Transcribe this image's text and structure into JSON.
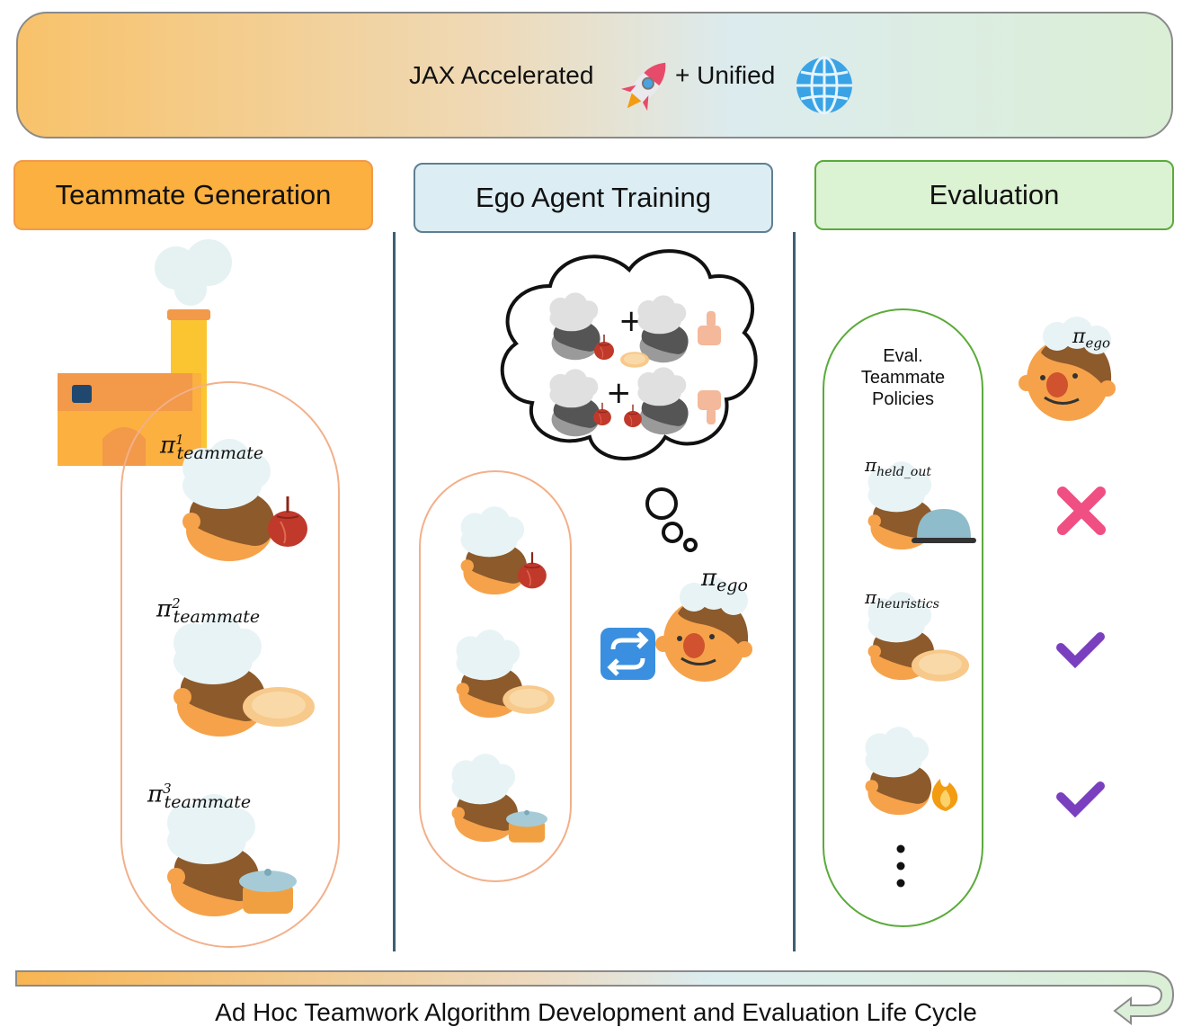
{
  "banner": {
    "jax_text": "JAX Accelerated",
    "unified_text": "+ Unified"
  },
  "sections": [
    {
      "title": "Teammate Generation"
    },
    {
      "title": "Ego Agent Training"
    },
    {
      "title": "Evaluation"
    }
  ],
  "teammates": [
    {
      "pi": "π",
      "sup": "1",
      "sub": "teammate",
      "item": "onion"
    },
    {
      "pi": "π",
      "sup": "2",
      "sub": "teammate",
      "item": "plate"
    },
    {
      "pi": "π",
      "sup": "3",
      "sub": "teammate",
      "item": "pot"
    }
  ],
  "ego": {
    "pi": "π",
    "sub": "ego"
  },
  "evaluation": {
    "label_lines": [
      "Eval.",
      "Teammate",
      "Policies"
    ],
    "held_out": {
      "pi": "π",
      "sub": "held_out",
      "result": "cross"
    },
    "heuristics": {
      "pi": "π",
      "sub": "heuristics",
      "result": "check"
    },
    "third": {
      "result": "check"
    },
    "ego": {
      "pi": "π",
      "sub": "ego"
    }
  },
  "footer": {
    "text": "Ad Hoc Teamwork Algorithm Development and Evaluation Life Cycle"
  },
  "colors": {
    "orange": "#fbb03f",
    "blue": "#dcedf3",
    "green": "#dbf2d3",
    "check": "#7a3fbf",
    "cross": "#f04f83"
  }
}
